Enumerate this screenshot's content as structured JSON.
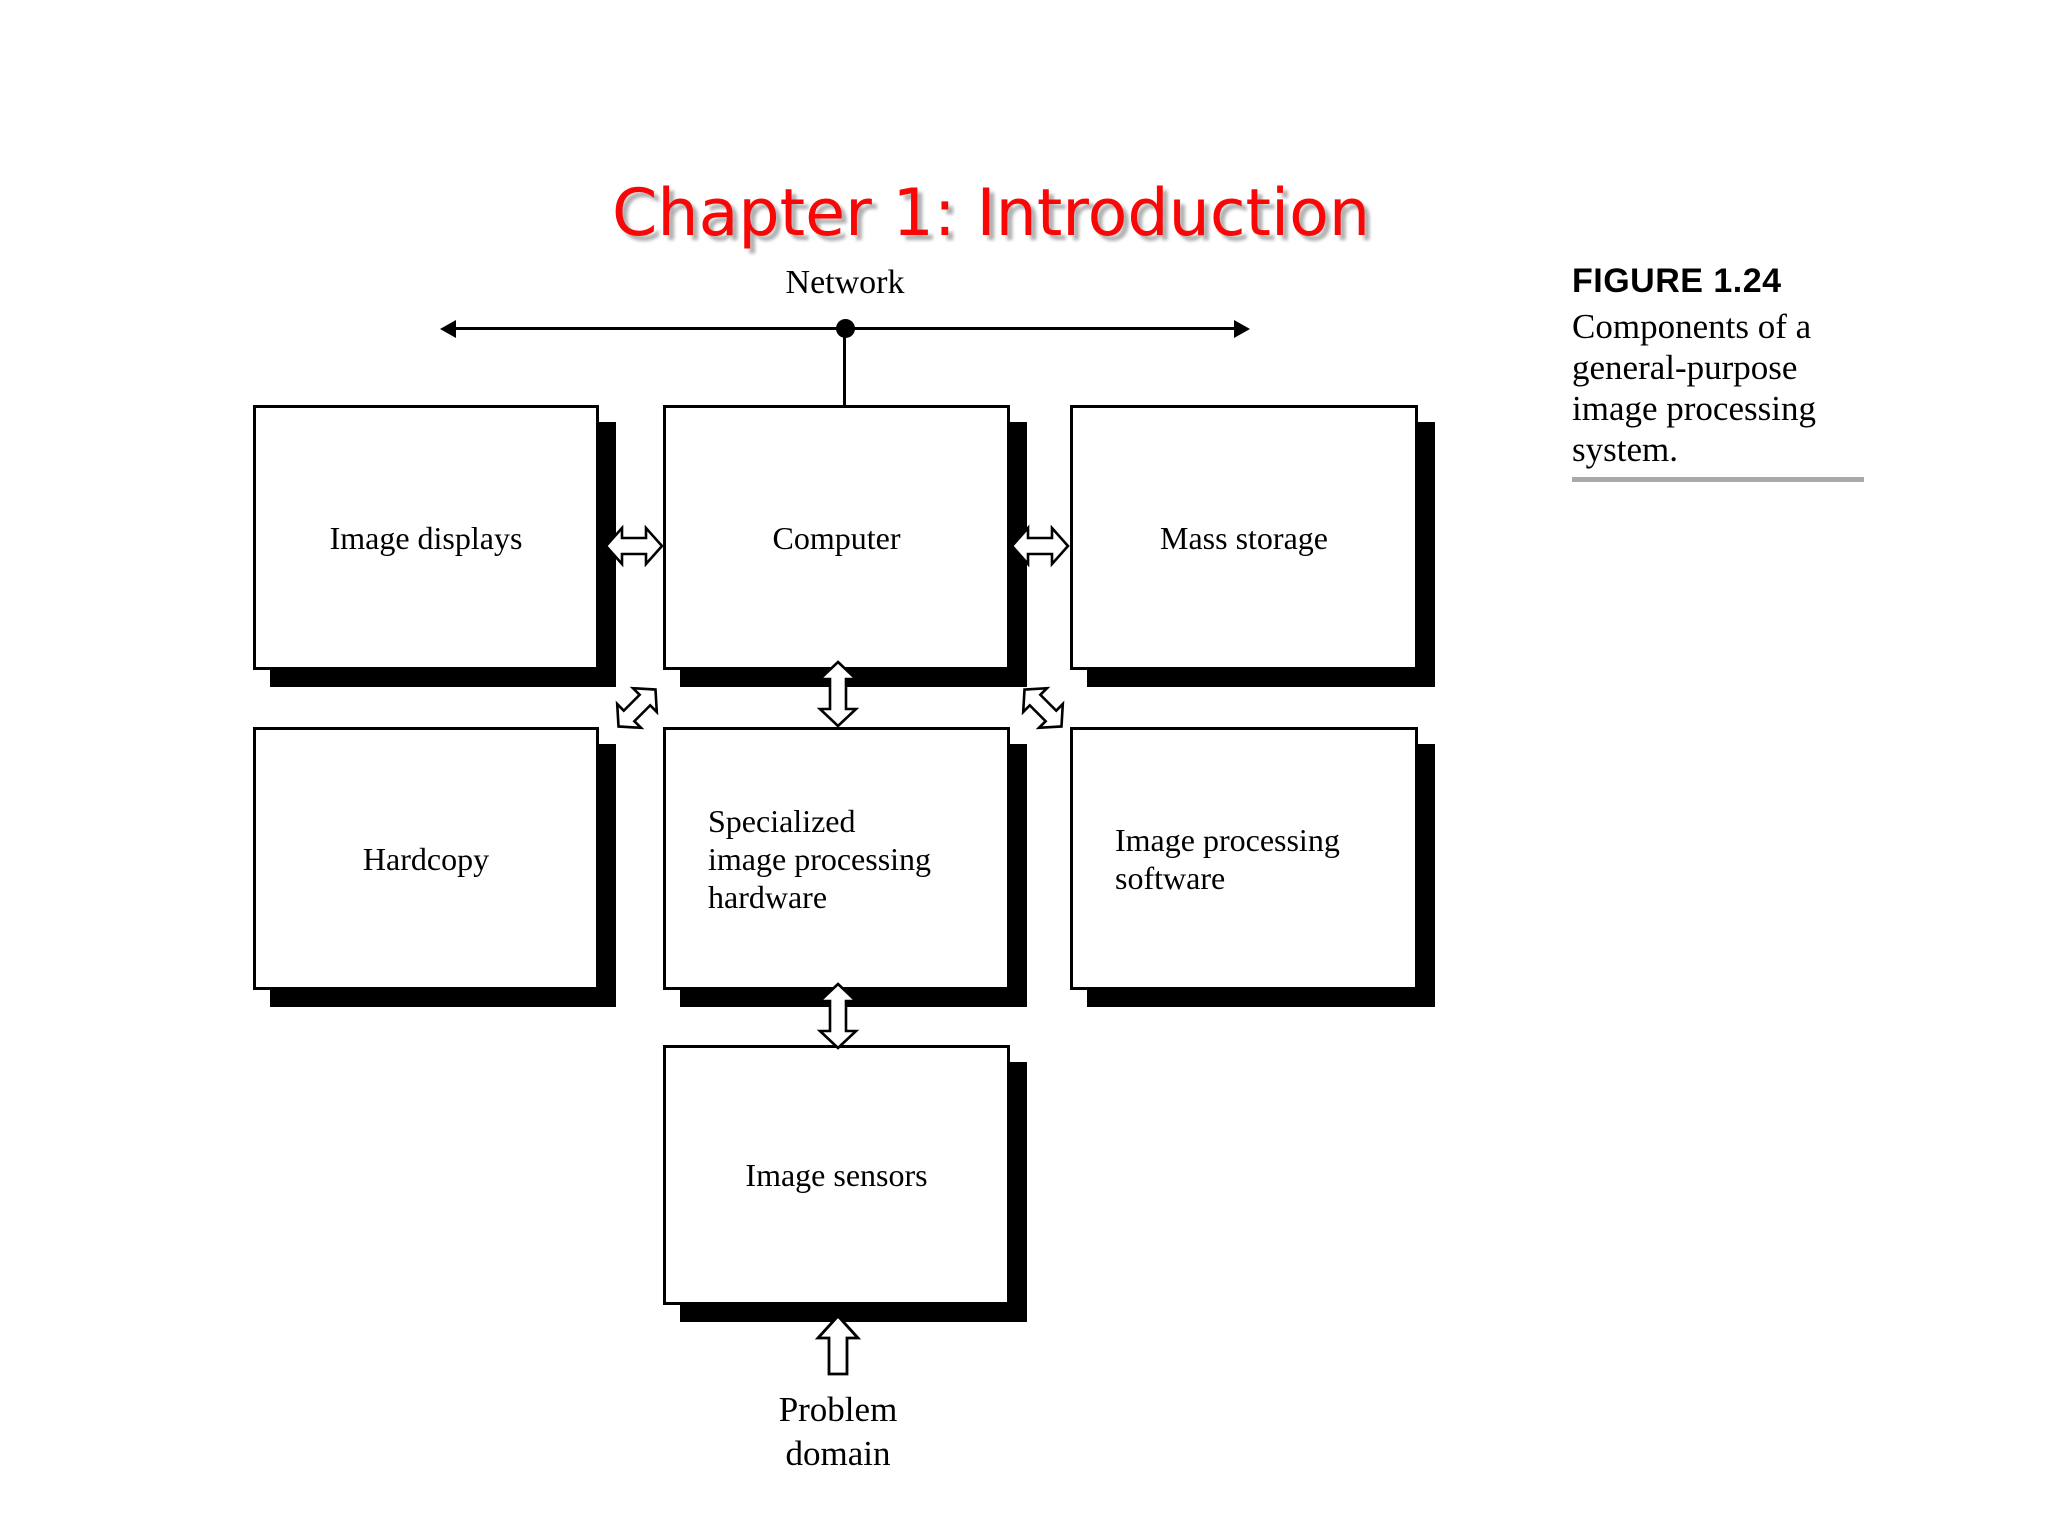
{
  "slide": {
    "title": "Chapter 1: Introduction"
  },
  "diagram": {
    "network_label": "Network",
    "boxes": [
      {
        "id": "image-displays",
        "label": "Image displays"
      },
      {
        "id": "computer",
        "label": "Computer"
      },
      {
        "id": "mass-storage",
        "label": "Mass storage"
      },
      {
        "id": "hardcopy",
        "label": "Hardcopy"
      },
      {
        "id": "specialized-hardware",
        "label": "Specialized\nimage processing\nhardware"
      },
      {
        "id": "image-processing-software",
        "label": "Image processing\nsoftware"
      },
      {
        "id": "image-sensors",
        "label": "Image sensors"
      }
    ],
    "problem_domain_label": "Problem\ndomain",
    "icons": {
      "network-node-dot": "●",
      "network-line-arrowheads": "◄ ►",
      "horizontal-double-arrow": "⇔",
      "vertical-double-arrow": "⇕",
      "diagonal-double-arrow-ne-sw": "⤢",
      "diagonal-double-arrow-nw-se": "⤡",
      "up-arrow": "⇧"
    }
  },
  "figure": {
    "label": "FIGURE 1.24",
    "caption": "Components of a\ngeneral-purpose\nimage processing\nsystem."
  },
  "colors": {
    "title_red": "#f90606",
    "title_shadow_gray": "#b0b0b0",
    "diagram_ink": "#000000",
    "caption_rule_gray": "#a9a9a9",
    "background": "#ffffff"
  }
}
